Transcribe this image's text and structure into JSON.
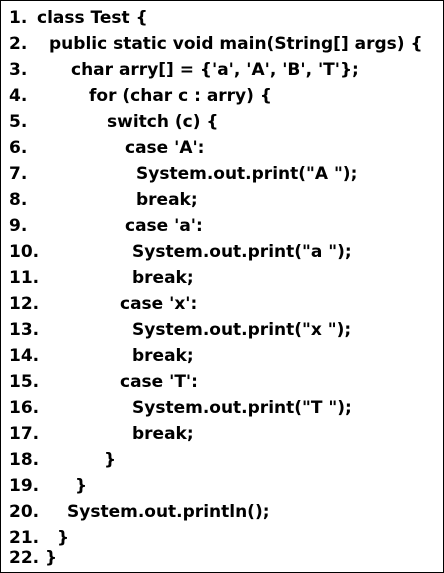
{
  "lines": [
    {
      "number": "1.",
      "text": "class Test {"
    },
    {
      "number": "2.",
      "text": "public static void main(String[] args) {"
    },
    {
      "number": "3.",
      "text": "char arry[] = {'a', 'A', 'B', 'T'};"
    },
    {
      "number": "4.",
      "text": "for (char c : arry) {"
    },
    {
      "number": "5.",
      "text": "switch (c) {"
    },
    {
      "number": "6.",
      "text": "case 'A':"
    },
    {
      "number": "7.",
      "text": "System.out.print(\"A \");"
    },
    {
      "number": "8.",
      "text": "break;"
    },
    {
      "number": "9.",
      "text": "case 'a':"
    },
    {
      "number": "10.",
      "text": "System.out.print(\"a \");"
    },
    {
      "number": "11.",
      "text": "break;"
    },
    {
      "number": "12.",
      "text": "case 'x':"
    },
    {
      "number": "13.",
      "text": "System.out.print(\"x \");"
    },
    {
      "number": "14.",
      "text": "break;"
    },
    {
      "number": "15.",
      "text": "case 'T':"
    },
    {
      "number": "16.",
      "text": "System.out.print(\"T \");"
    },
    {
      "number": "17.",
      "text": "break;"
    },
    {
      "number": "18.",
      "text": "}"
    },
    {
      "number": "19.",
      "text": "}"
    },
    {
      "number": "20.",
      "text": "System.out.println();"
    },
    {
      "number": "21.",
      "text": "}"
    },
    {
      "number": "22.",
      "text": "}"
    }
  ]
}
